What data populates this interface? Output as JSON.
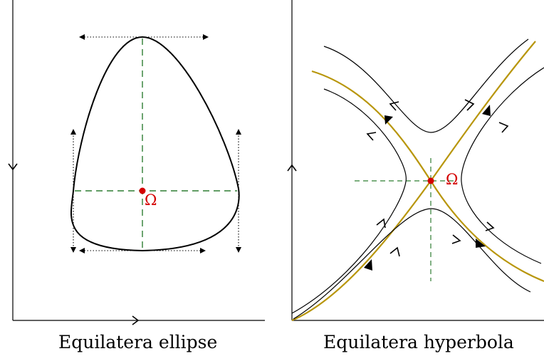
{
  "captions": {
    "left": "Equilatera ellipse",
    "right": "Equilatera hyperbola"
  },
  "labels": {
    "center_left": "Ω",
    "center_right": "Ω"
  },
  "colors": {
    "curve": "#000000",
    "symmetry_axes": "#2e7d32",
    "center_point": "#d40000",
    "asymptotes": "#b8960b"
  }
}
